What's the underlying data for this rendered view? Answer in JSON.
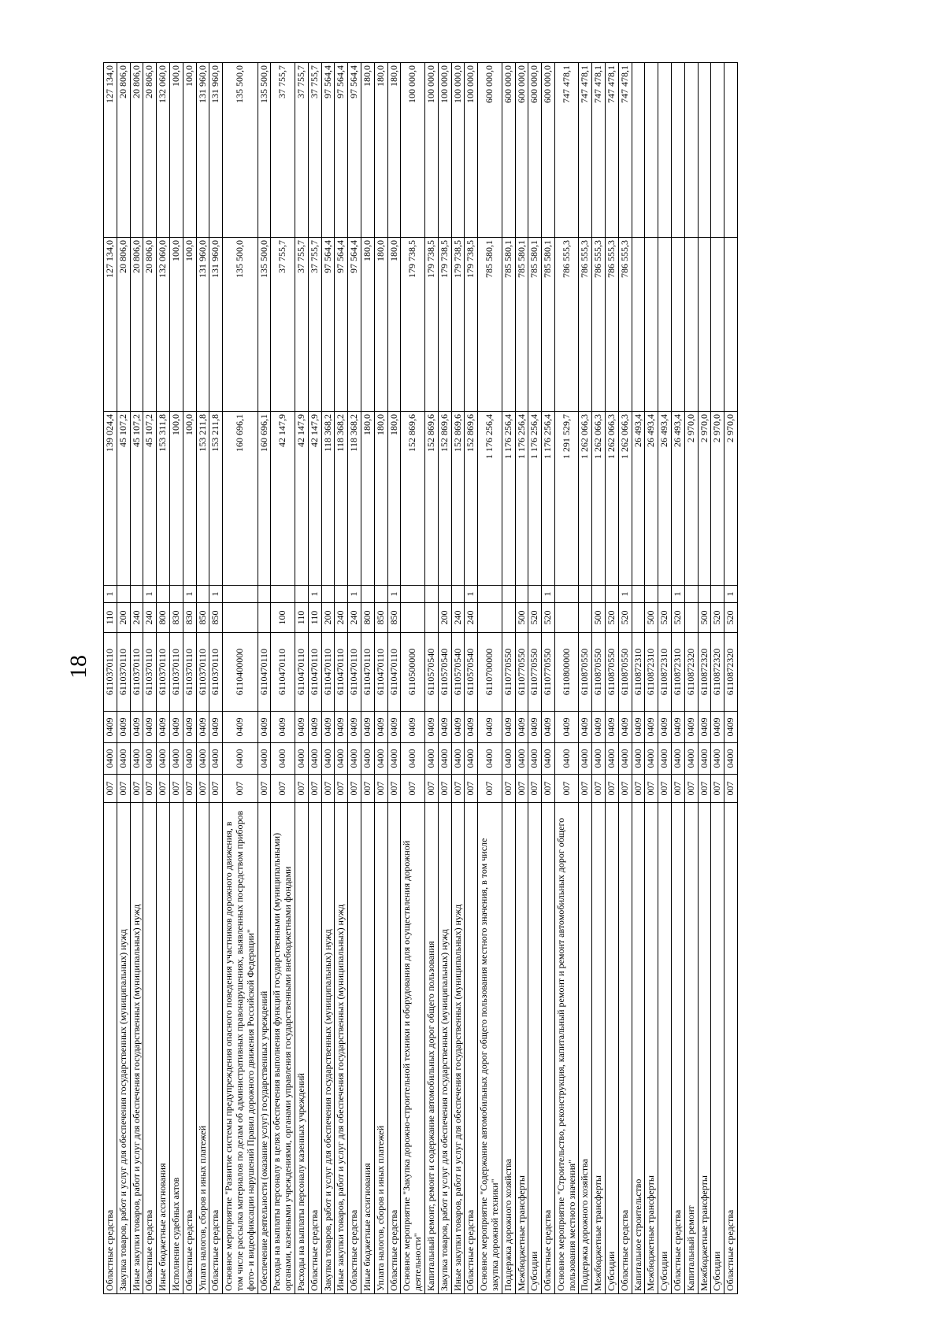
{
  "page_number": "18",
  "table": {
    "rows": [
      {
        "name": "Областные средства",
        "gr": "007",
        "rz": "0400",
        "pr": "0409",
        "csr": "6110370110",
        "vr": "110",
        "mark": "1",
        "v1": "139 024,4",
        "v2": "127 134,0",
        "v3": "127 134,0"
      },
      {
        "name": "Закупка товаров, работ и услуг для обеспечения государственных (муниципальных) нужд",
        "gr": "007",
        "rz": "0400",
        "pr": "0409",
        "csr": "6110370110",
        "vr": "200",
        "mark": "",
        "v1": "45 107,2",
        "v2": "20 806,0",
        "v3": "20 806,0"
      },
      {
        "name": "Иные закупки товаров, работ и услуг для обеспечения государственных (муниципальных) нужд",
        "gr": "007",
        "rz": "0400",
        "pr": "0409",
        "csr": "6110370110",
        "vr": "240",
        "mark": "",
        "v1": "45 107,2",
        "v2": "20 806,0",
        "v3": "20 806,0"
      },
      {
        "name": "Областные средства",
        "gr": "007",
        "rz": "0400",
        "pr": "0409",
        "csr": "6110370110",
        "vr": "240",
        "mark": "1",
        "v1": "45 107,2",
        "v2": "20 806,0",
        "v3": "20 806,0"
      },
      {
        "name": "Иные бюджетные ассигнования",
        "gr": "007",
        "rz": "0400",
        "pr": "0409",
        "csr": "6110370110",
        "vr": "800",
        "mark": "",
        "v1": "153 311,8",
        "v2": "132 060,0",
        "v3": "132 060,0"
      },
      {
        "name": "Исполнение судебных актов",
        "gr": "007",
        "rz": "0400",
        "pr": "0409",
        "csr": "6110370110",
        "vr": "830",
        "mark": "",
        "v1": "100,0",
        "v2": "100,0",
        "v3": "100,0"
      },
      {
        "name": "Областные средства",
        "gr": "007",
        "rz": "0400",
        "pr": "0409",
        "csr": "6110370110",
        "vr": "830",
        "mark": "1",
        "v1": "100,0",
        "v2": "100,0",
        "v3": "100,0"
      },
      {
        "name": "Уплата налогов, сборов и иных платежей",
        "gr": "007",
        "rz": "0400",
        "pr": "0409",
        "csr": "6110370110",
        "vr": "850",
        "mark": "",
        "v1": "153 211,8",
        "v2": "131 960,0",
        "v3": "131 960,0"
      },
      {
        "name": "Областные средства",
        "gr": "007",
        "rz": "0400",
        "pr": "0409",
        "csr": "6110370110",
        "vr": "850",
        "mark": "1",
        "v1": "153 211,8",
        "v2": "131 960,0",
        "v3": "131 960,0"
      },
      {
        "name": "Основное мероприятие \"Развитие системы предупреждения опасного поведения участников дорожного движения, в том числе рассылка материалов по делам об административных правонарушениях, выявленных посредством приборов фото- и видеофиксации нарушений Правил дорожного движения Российской Федерации\"",
        "gr": "007",
        "rz": "0400",
        "pr": "0409",
        "csr": "6110400000",
        "vr": "",
        "mark": "",
        "v1": "160 696,1",
        "v2": "135 500,0",
        "v3": "135 500,0"
      },
      {
        "name": "Обеспечение деятельности (оказание услуг) государственных учреждений",
        "gr": "007",
        "rz": "0400",
        "pr": "0409",
        "csr": "6110470110",
        "vr": "",
        "mark": "",
        "v1": "160 696,1",
        "v2": "135 500,0",
        "v3": "135 500,0"
      },
      {
        "name": "Расходы на выплаты персоналу в целях обеспечения выполнения функций государственными (муниципальными) органами, казенными учреждениями, органами управления государственными внебюджетными фондами",
        "gr": "007",
        "rz": "0400",
        "pr": "0409",
        "csr": "6110470110",
        "vr": "100",
        "mark": "",
        "v1": "42 147,9",
        "v2": "37 755,7",
        "v3": "37 755,7"
      },
      {
        "name": "Расходы на выплаты персоналу казенных учреждений",
        "gr": "007",
        "rz": "0400",
        "pr": "0409",
        "csr": "6110470110",
        "vr": "110",
        "mark": "",
        "v1": "42 147,9",
        "v2": "37 755,7",
        "v3": "37 755,7"
      },
      {
        "name": "Областные средства",
        "gr": "007",
        "rz": "0400",
        "pr": "0409",
        "csr": "6110470110",
        "vr": "110",
        "mark": "1",
        "v1": "42 147,9",
        "v2": "37 755,7",
        "v3": "37 755,7"
      },
      {
        "name": "Закупка товаров, работ и услуг для обеспечения государственных (муниципальных) нужд",
        "gr": "007",
        "rz": "0400",
        "pr": "0409",
        "csr": "6110470110",
        "vr": "200",
        "mark": "",
        "v1": "118 368,2",
        "v2": "97 564,4",
        "v3": "97 564,4"
      },
      {
        "name": "Иные закупки товаров, работ и услуг для обеспечения государственных (муниципальных) нужд",
        "gr": "007",
        "rz": "0400",
        "pr": "0409",
        "csr": "6110470110",
        "vr": "240",
        "mark": "",
        "v1": "118 368,2",
        "v2": "97 564,4",
        "v3": "97 564,4"
      },
      {
        "name": "Областные средства",
        "gr": "007",
        "rz": "0400",
        "pr": "0409",
        "csr": "6110470110",
        "vr": "240",
        "mark": "1",
        "v1": "118 368,2",
        "v2": "97 564,4",
        "v3": "97 564,4"
      },
      {
        "name": "Иные бюджетные ассигнования",
        "gr": "007",
        "rz": "0400",
        "pr": "0409",
        "csr": "6110470110",
        "vr": "800",
        "mark": "",
        "v1": "180,0",
        "v2": "180,0",
        "v3": "180,0"
      },
      {
        "name": "Уплата налогов, сборов и иных платежей",
        "gr": "007",
        "rz": "0400",
        "pr": "0409",
        "csr": "6110470110",
        "vr": "850",
        "mark": "",
        "v1": "180,0",
        "v2": "180,0",
        "v3": "180,0"
      },
      {
        "name": "Областные средства",
        "gr": "007",
        "rz": "0400",
        "pr": "0409",
        "csr": "6110470110",
        "vr": "850",
        "mark": "1",
        "v1": "180,0",
        "v2": "180,0",
        "v3": "180,0"
      },
      {
        "name": "Основное мероприятие \"Закупка дорожно-строительной техники и оборудования для осуществления дорожной деятельности\"",
        "gr": "007",
        "rz": "0400",
        "pr": "0409",
        "csr": "6110500000",
        "vr": "",
        "mark": "",
        "v1": "152 869,6",
        "v2": "179 738,5",
        "v3": "100 000,0"
      },
      {
        "name": "Капитальный ремонт, ремонт и содержание автомобильных дорог общего пользования",
        "gr": "007",
        "rz": "0400",
        "pr": "0409",
        "csr": "6110570540",
        "vr": "",
        "mark": "",
        "v1": "152 869,6",
        "v2": "179 738,5",
        "v3": "100 000,0"
      },
      {
        "name": "Закупка товаров, работ и услуг для обеспечения государственных (муниципальных) нужд",
        "gr": "007",
        "rz": "0400",
        "pr": "0409",
        "csr": "6110570540",
        "vr": "200",
        "mark": "",
        "v1": "152 869,6",
        "v2": "179 738,5",
        "v3": "100 000,0"
      },
      {
        "name": "Иные закупки товаров, работ и услуг для обеспечения государственных (муниципальных) нужд",
        "gr": "007",
        "rz": "0400",
        "pr": "0409",
        "csr": "6110570540",
        "vr": "240",
        "mark": "",
        "v1": "152 869,6",
        "v2": "179 738,5",
        "v3": "100 000,0"
      },
      {
        "name": "Областные средства",
        "gr": "007",
        "rz": "0400",
        "pr": "0409",
        "csr": "6110570540",
        "vr": "240",
        "mark": "1",
        "v1": "152 869,6",
        "v2": "179 738,5",
        "v3": "100 000,0"
      },
      {
        "name": "Основное мероприятие \"Содержание автомобильных дорог общего пользования местного значения, в том числе закупка дорожной техники\"",
        "gr": "007",
        "rz": "0400",
        "pr": "0409",
        "csr": "6110700000",
        "vr": "",
        "mark": "",
        "v1": "1 176 256,4",
        "v2": "785 580,1",
        "v3": "600 000,0"
      },
      {
        "name": "Поддержка дорожного хозяйства",
        "gr": "007",
        "rz": "0400",
        "pr": "0409",
        "csr": "6110770550",
        "vr": "",
        "mark": "",
        "v1": "1 176 256,4",
        "v2": "785 580,1",
        "v3": "600 000,0"
      },
      {
        "name": "Межбюджетные трансферты",
        "gr": "007",
        "rz": "0400",
        "pr": "0409",
        "csr": "6110770550",
        "vr": "500",
        "mark": "",
        "v1": "1 176 256,4",
        "v2": "785 580,1",
        "v3": "600 000,0"
      },
      {
        "name": "Субсидии",
        "gr": "007",
        "rz": "0400",
        "pr": "0409",
        "csr": "6110770550",
        "vr": "520",
        "mark": "",
        "v1": "1 176 256,4",
        "v2": "785 580,1",
        "v3": "600 000,0"
      },
      {
        "name": "Областные средства",
        "gr": "007",
        "rz": "0400",
        "pr": "0409",
        "csr": "6110770550",
        "vr": "520",
        "mark": "1",
        "v1": "1 176 256,4",
        "v2": "785 580,1",
        "v3": "600 000,0"
      },
      {
        "name": "Основное мероприятие \"Строительство, реконструкция, капитальный ремонт и ремонт автомобильных дорог общего пользования местного значения\"",
        "gr": "007",
        "rz": "0400",
        "pr": "0409",
        "csr": "6110800000",
        "vr": "",
        "mark": "",
        "v1": "1 291 529,7",
        "v2": "786 555,3",
        "v3": "747 478,1"
      },
      {
        "name": "Поддержка дорожного хозяйства",
        "gr": "007",
        "rz": "0400",
        "pr": "0409",
        "csr": "6110870550",
        "vr": "",
        "mark": "",
        "v1": "1 262 066,3",
        "v2": "786 555,3",
        "v3": "747 478,1"
      },
      {
        "name": "Межбюджетные трансферты",
        "gr": "007",
        "rz": "0400",
        "pr": "0409",
        "csr": "6110870550",
        "vr": "500",
        "mark": "",
        "v1": "1 262 066,3",
        "v2": "786 555,3",
        "v3": "747 478,1"
      },
      {
        "name": "Субсидии",
        "gr": "007",
        "rz": "0400",
        "pr": "0409",
        "csr": "6110870550",
        "vr": "520",
        "mark": "",
        "v1": "1 262 066,3",
        "v2": "786 555,3",
        "v3": "747 478,1"
      },
      {
        "name": "Областные средства",
        "gr": "007",
        "rz": "0400",
        "pr": "0409",
        "csr": "6110870550",
        "vr": "520",
        "mark": "1",
        "v1": "1 262 066,3",
        "v2": "786 555,3",
        "v3": "747 478,1"
      },
      {
        "name": "Капитальное строительство",
        "gr": "007",
        "rz": "0400",
        "pr": "0409",
        "csr": "6110872310",
        "vr": "",
        "mark": "",
        "v1": "26 493,4",
        "v2": "",
        "v3": ""
      },
      {
        "name": "Межбюджетные трансферты",
        "gr": "007",
        "rz": "0400",
        "pr": "0409",
        "csr": "6110872310",
        "vr": "500",
        "mark": "",
        "v1": "26 493,4",
        "v2": "",
        "v3": ""
      },
      {
        "name": "Субсидии",
        "gr": "007",
        "rz": "0400",
        "pr": "0409",
        "csr": "6110872310",
        "vr": "520",
        "mark": "",
        "v1": "26 493,4",
        "v2": "",
        "v3": ""
      },
      {
        "name": "Областные средства",
        "gr": "007",
        "rz": "0400",
        "pr": "0409",
        "csr": "6110872310",
        "vr": "520",
        "mark": "1",
        "v1": "26 493,4",
        "v2": "",
        "v3": ""
      },
      {
        "name": "Капитальный ремонт",
        "gr": "007",
        "rz": "0400",
        "pr": "0409",
        "csr": "6110872320",
        "vr": "",
        "mark": "",
        "v1": "2 970,0",
        "v2": "",
        "v3": ""
      },
      {
        "name": "Межбюджетные трансферты",
        "gr": "007",
        "rz": "0400",
        "pr": "0409",
        "csr": "6110872320",
        "vr": "500",
        "mark": "",
        "v1": "2 970,0",
        "v2": "",
        "v3": ""
      },
      {
        "name": "Субсидии",
        "gr": "007",
        "rz": "0400",
        "pr": "0409",
        "csr": "6110872320",
        "vr": "520",
        "mark": "",
        "v1": "2 970,0",
        "v2": "",
        "v3": ""
      },
      {
        "name": "Областные средства",
        "gr": "007",
        "rz": "0400",
        "pr": "0409",
        "csr": "6110872320",
        "vr": "520",
        "mark": "1",
        "v1": "2 970,0",
        "v2": "",
        "v3": ""
      }
    ]
  }
}
